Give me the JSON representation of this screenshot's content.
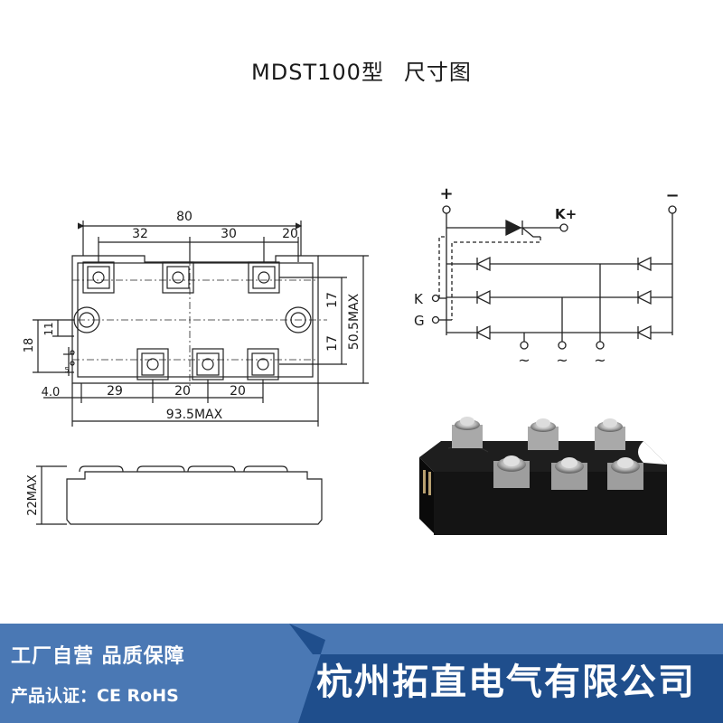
{
  "title": {
    "model": "MDST100型",
    "subtitle": "尺寸图"
  },
  "top_view": {
    "dim_overall_length": "80",
    "dim_top_spacing_1": "32",
    "dim_top_spacing_2": "30",
    "dim_top_spacing_3": "20",
    "dim_bottom_spacing_1": "29",
    "dim_bottom_spacing_2": "20",
    "dim_bottom_spacing_3": "20",
    "dim_edge": "4.0",
    "dim_max_length": "93.5MAX",
    "dim_right_17_a": "17",
    "dim_right_17_b": "17",
    "dim_max_width": "50.5MAX",
    "dim_left_18": "18",
    "dim_left_11": "11",
    "dim_left_small": "5"
  },
  "side_view": {
    "dim_height": "22MAX"
  },
  "schematic": {
    "plus": "+",
    "minus": "−",
    "k_plus": "K+",
    "k_label": "K",
    "g_label": "G",
    "ac_1": "~",
    "ac_2": "~",
    "ac_3": "~"
  },
  "footer": {
    "slogan": "工厂自营 品质保障",
    "certification": "产品认证：CE RoHS",
    "company": "杭州拓直电气有限公司"
  },
  "colors": {
    "footer_light": "#4a78b4",
    "footer_dark": "#1f4e8c",
    "line": "#222222",
    "module_body": "#141414"
  }
}
